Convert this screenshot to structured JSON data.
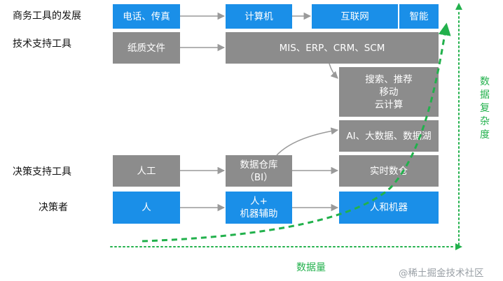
{
  "row_labels": {
    "business_tools": "商务工具的发展",
    "tech_support_tools": "技术支持工具",
    "decision_support_tools": "决策支持工具",
    "decision_makers": "决策者"
  },
  "boxes": {
    "phone_fax": "电话、传真",
    "computer": "计算机",
    "internet": "互联网",
    "smart": "智能",
    "paper_docs": "纸质文件",
    "mis_erp": "MIS、ERP、CRM、SCM",
    "search_line1": "搜索、推荐",
    "search_line2": "移动",
    "search_line3": "云计算",
    "ai_bigdata": "AI、大数据、数据湖",
    "manual": "人工",
    "warehouse_line1": "数据仓库",
    "warehouse_line2": "（BI）",
    "realtime_warehouse": "实时数仓",
    "human": "人",
    "human_aided_line1": "人+",
    "human_aided_line2": "机器辅助",
    "human_machine": "人和机器"
  },
  "axes": {
    "y_label": [
      "数",
      "据",
      "复",
      "杂",
      "度"
    ],
    "x_label": "数据量"
  },
  "watermark": "@稀土掘金技术社区",
  "colors": {
    "blue_box": "#1a8fe8",
    "gray_box": "#8c8c8c",
    "axis_green": "#22b14c",
    "arrow_gray": "#9a9a9a"
  }
}
